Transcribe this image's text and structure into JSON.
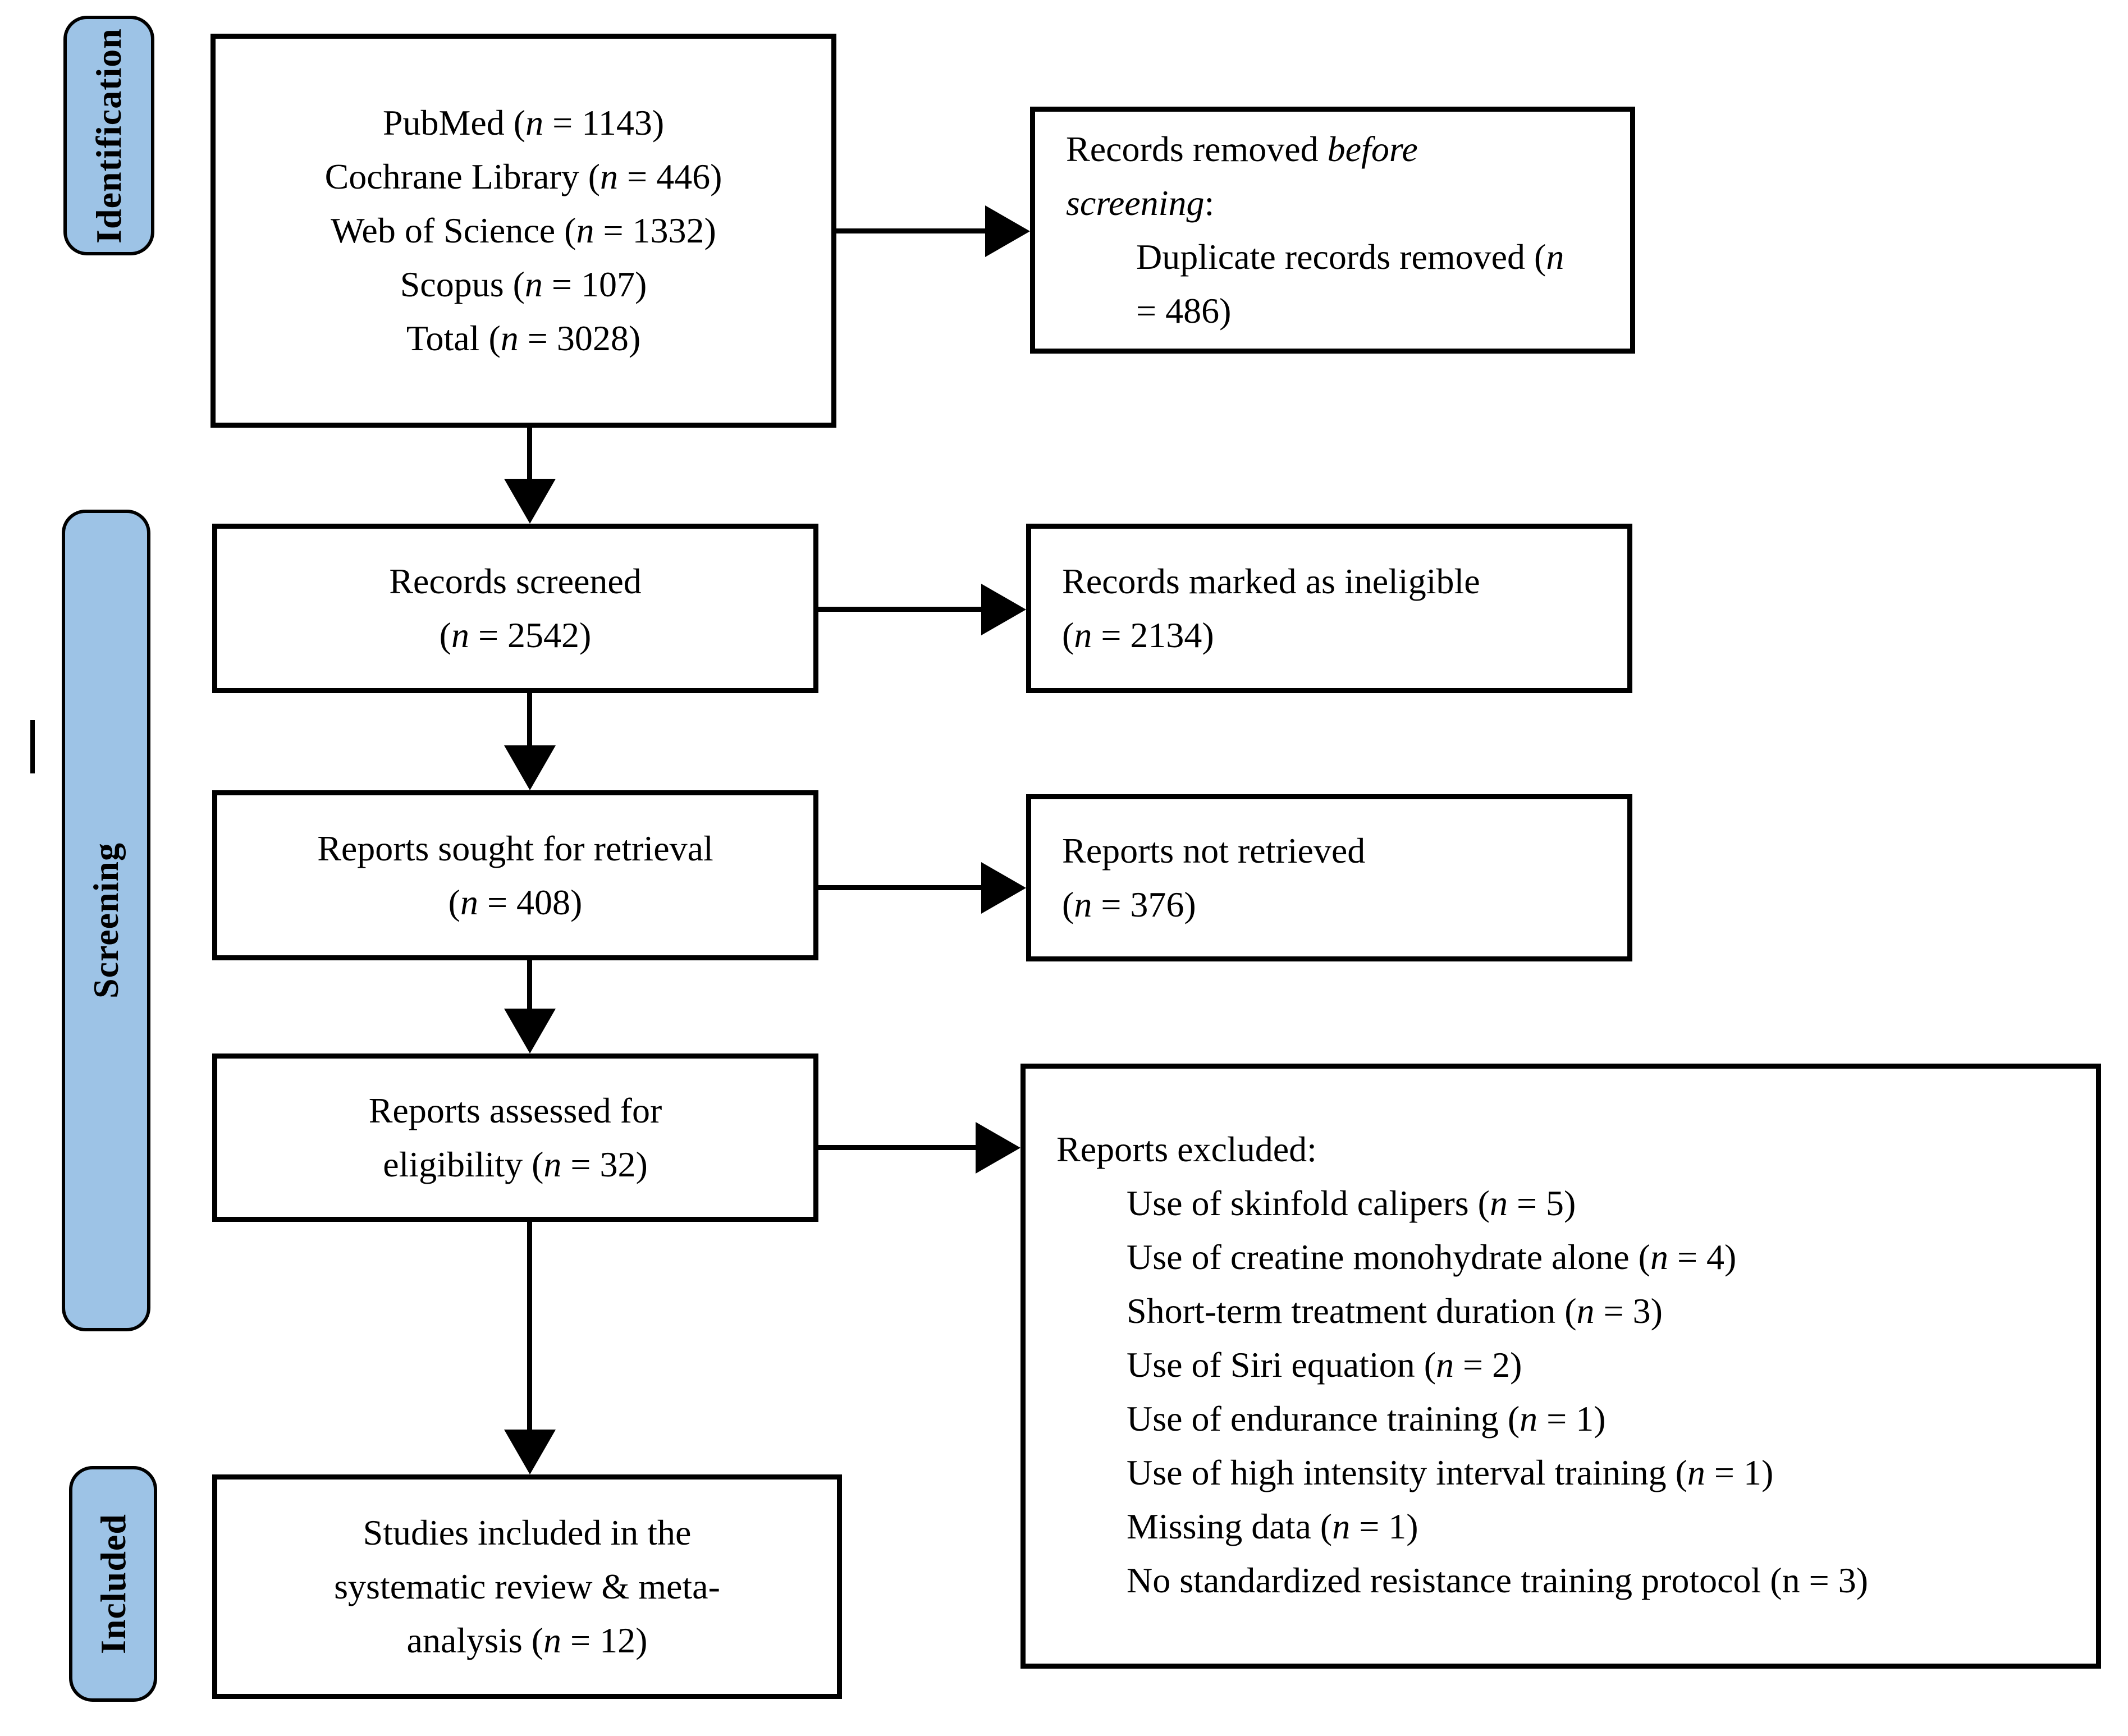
{
  "colors": {
    "stage_label_fill": "#9DC3E6",
    "line_color": "#000000",
    "background": "#FFFFFF"
  },
  "stages": {
    "identification": "Identification",
    "screening": "Screening",
    "included": "Included"
  },
  "flow": {
    "sources": {
      "lines": [
        "PubMed (n = 1143)",
        "Cochrane Library (n = 446)",
        "Web of Science (n = 1332)",
        "Scopus (n = 107)",
        "Total (n = 3028)"
      ]
    },
    "removed": {
      "line1_text": "Records removed ",
      "line1_italic": "before",
      "line2_italic": "screening",
      "line2_text": ":",
      "item": "Duplicate records removed (n = 486)"
    },
    "screened": {
      "lines": [
        "Records screened",
        "(n = 2542)"
      ]
    },
    "ineligible": {
      "lines": [
        "Records marked as ineligible",
        "(n = 2134)"
      ]
    },
    "sought": {
      "lines": [
        "Reports sought for retrieval",
        "(n = 408)"
      ]
    },
    "not_retrieved": {
      "lines": [
        "Reports not retrieved",
        "(n = 376)"
      ]
    },
    "assessed": {
      "lines": [
        "Reports assessed for",
        "eligibility (n = 32)"
      ]
    },
    "excluded": {
      "title": "Reports excluded:",
      "items": [
        "Use of skinfold calipers (n = 5)",
        "Use of creatine monohydrate alone (n = 4)",
        "Short-term treatment duration (n = 3)",
        "Use of Siri equation (n = 2)",
        "Use of endurance training (n = 1)",
        "Use of high intensity interval training (n = 1)",
        "Missing data (n = 1)"
      ],
      "last_item_upright_n": "No standardized resistance training protocol (n = 3)"
    },
    "included_box": {
      "lines": [
        "Studies included in the",
        "systematic review & meta-",
        "analysis (n = 12)"
      ]
    }
  }
}
